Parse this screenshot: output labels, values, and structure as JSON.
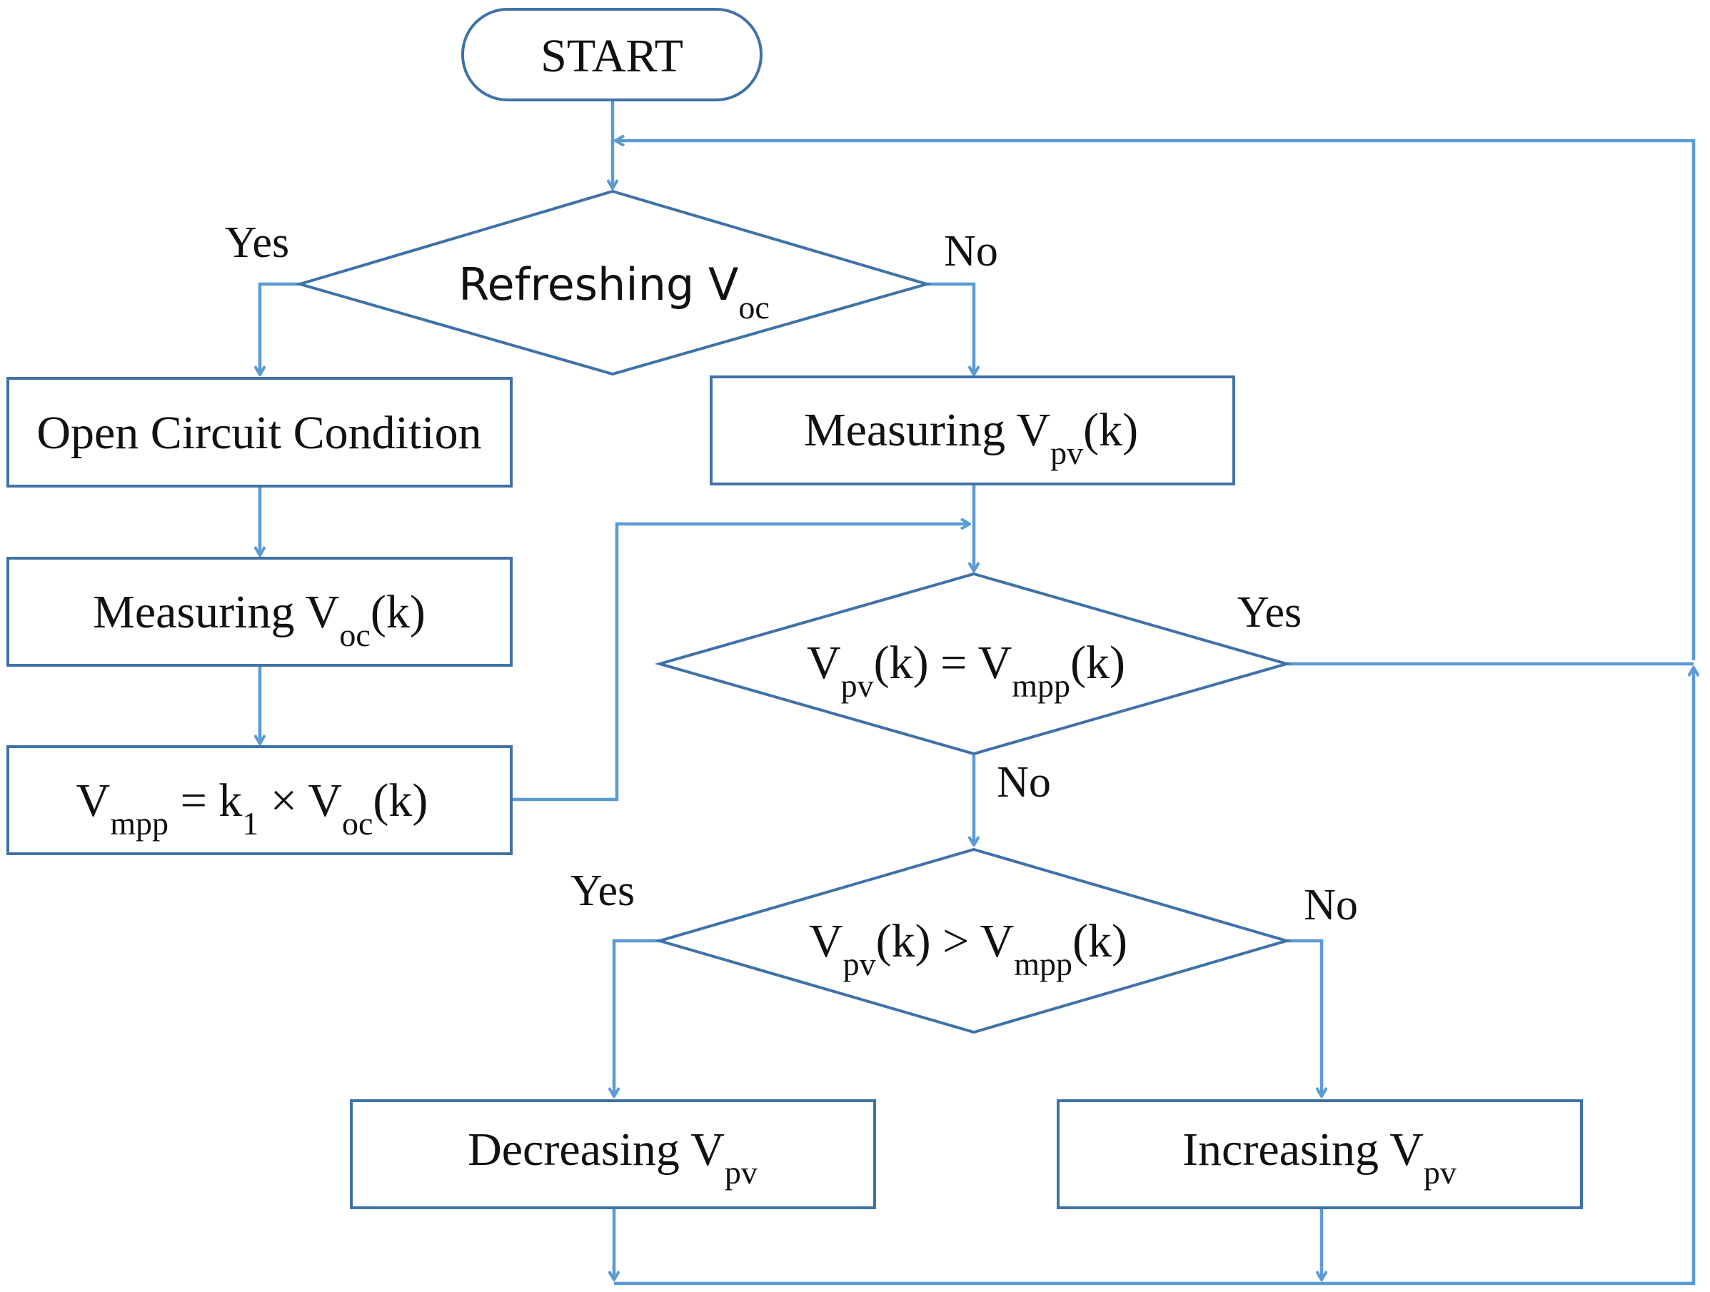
{
  "diagram": {
    "nodes": {
      "start": {
        "label": "START"
      },
      "refresh": {
        "label": "Refreshing V",
        "sub": "oc"
      },
      "open_circuit": {
        "label": "Open Circuit Condition"
      },
      "measure_voc": {
        "pre": "Measuring V",
        "sub": "oc",
        "post": "(k)"
      },
      "vmpp_calc": {
        "p1": "V",
        "s1": "mpp",
        "p2": " = k",
        "s2": "1",
        "p3": " × V",
        "s3": "oc",
        "p4": "(k)"
      },
      "measure_vpv": {
        "pre": "Measuring V",
        "sub": "pv",
        "post": "(k)"
      },
      "equal_check": {
        "p1": "V",
        "s1": "pv",
        "p2": "(k) = V",
        "s2": "mpp",
        "p3": "(k)"
      },
      "greater_check": {
        "p1": "V",
        "s1": "pv",
        "p2": "(k) > V",
        "s2": "mpp",
        "p3": "(k)"
      },
      "decrease": {
        "pre": "Decreasing V",
        "sub": "pv"
      },
      "increase": {
        "pre": "Increasing V",
        "sub": "pv"
      }
    },
    "edge_labels": {
      "refresh_yes": "Yes",
      "refresh_no": "No",
      "equal_yes": "Yes",
      "equal_no": "No",
      "greater_yes": "Yes",
      "greater_no": "No"
    },
    "colors": {
      "connector": "#5b9bd5",
      "node_border": "#3f72a8",
      "text": "#111111"
    }
  }
}
